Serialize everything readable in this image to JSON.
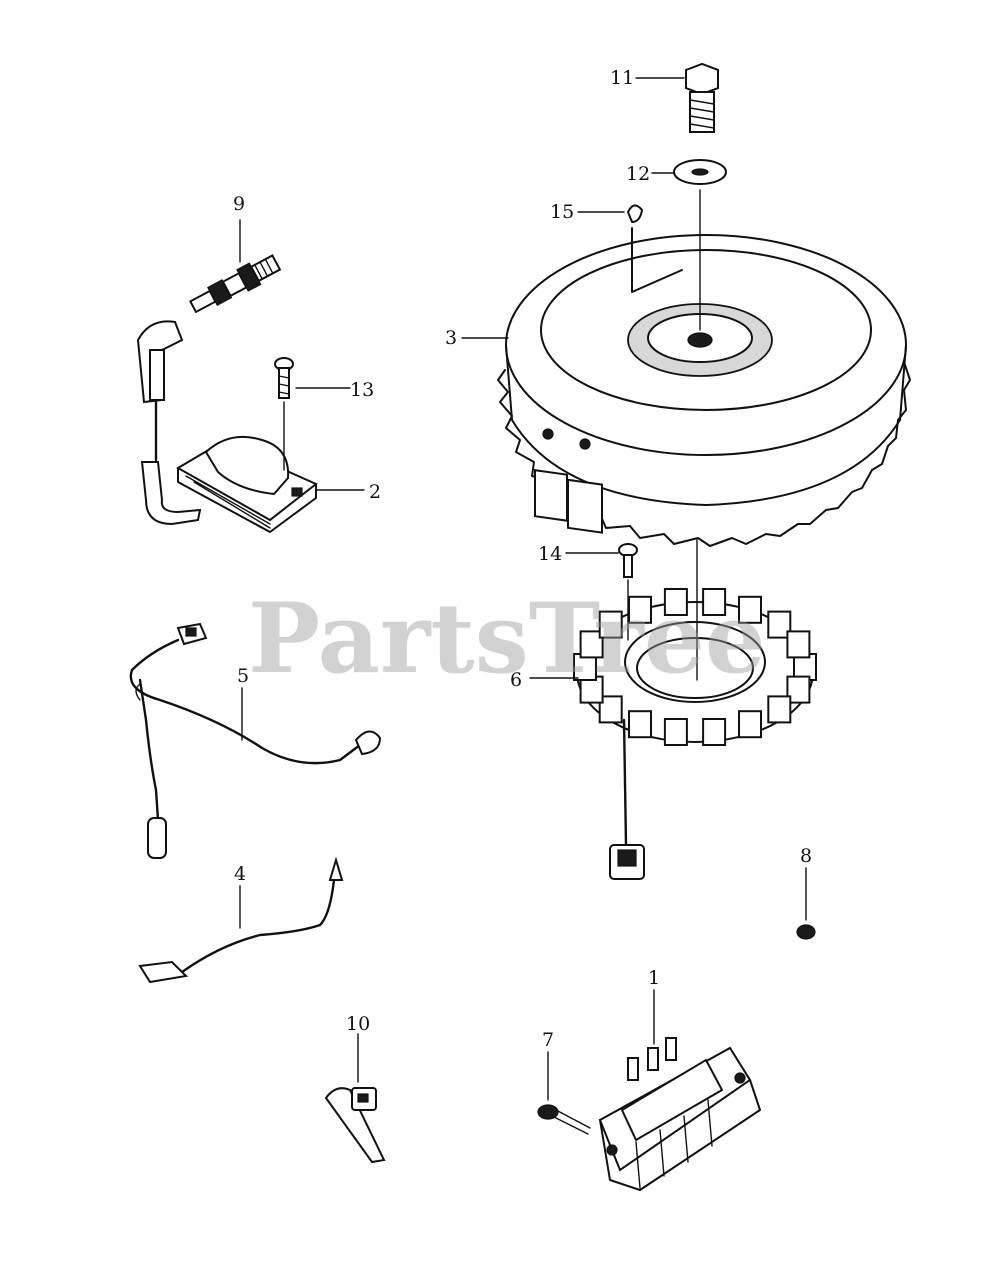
{
  "watermark": "PartsTree",
  "callouts": {
    "c1": "1",
    "c2": "2",
    "c3": "3",
    "c4": "4",
    "c5": "5",
    "c6": "6",
    "c7": "7",
    "c8": "8",
    "c9": "9",
    "c10": "10",
    "c11": "11",
    "c12": "12",
    "c13": "13",
    "c14": "14",
    "c15": "15"
  }
}
